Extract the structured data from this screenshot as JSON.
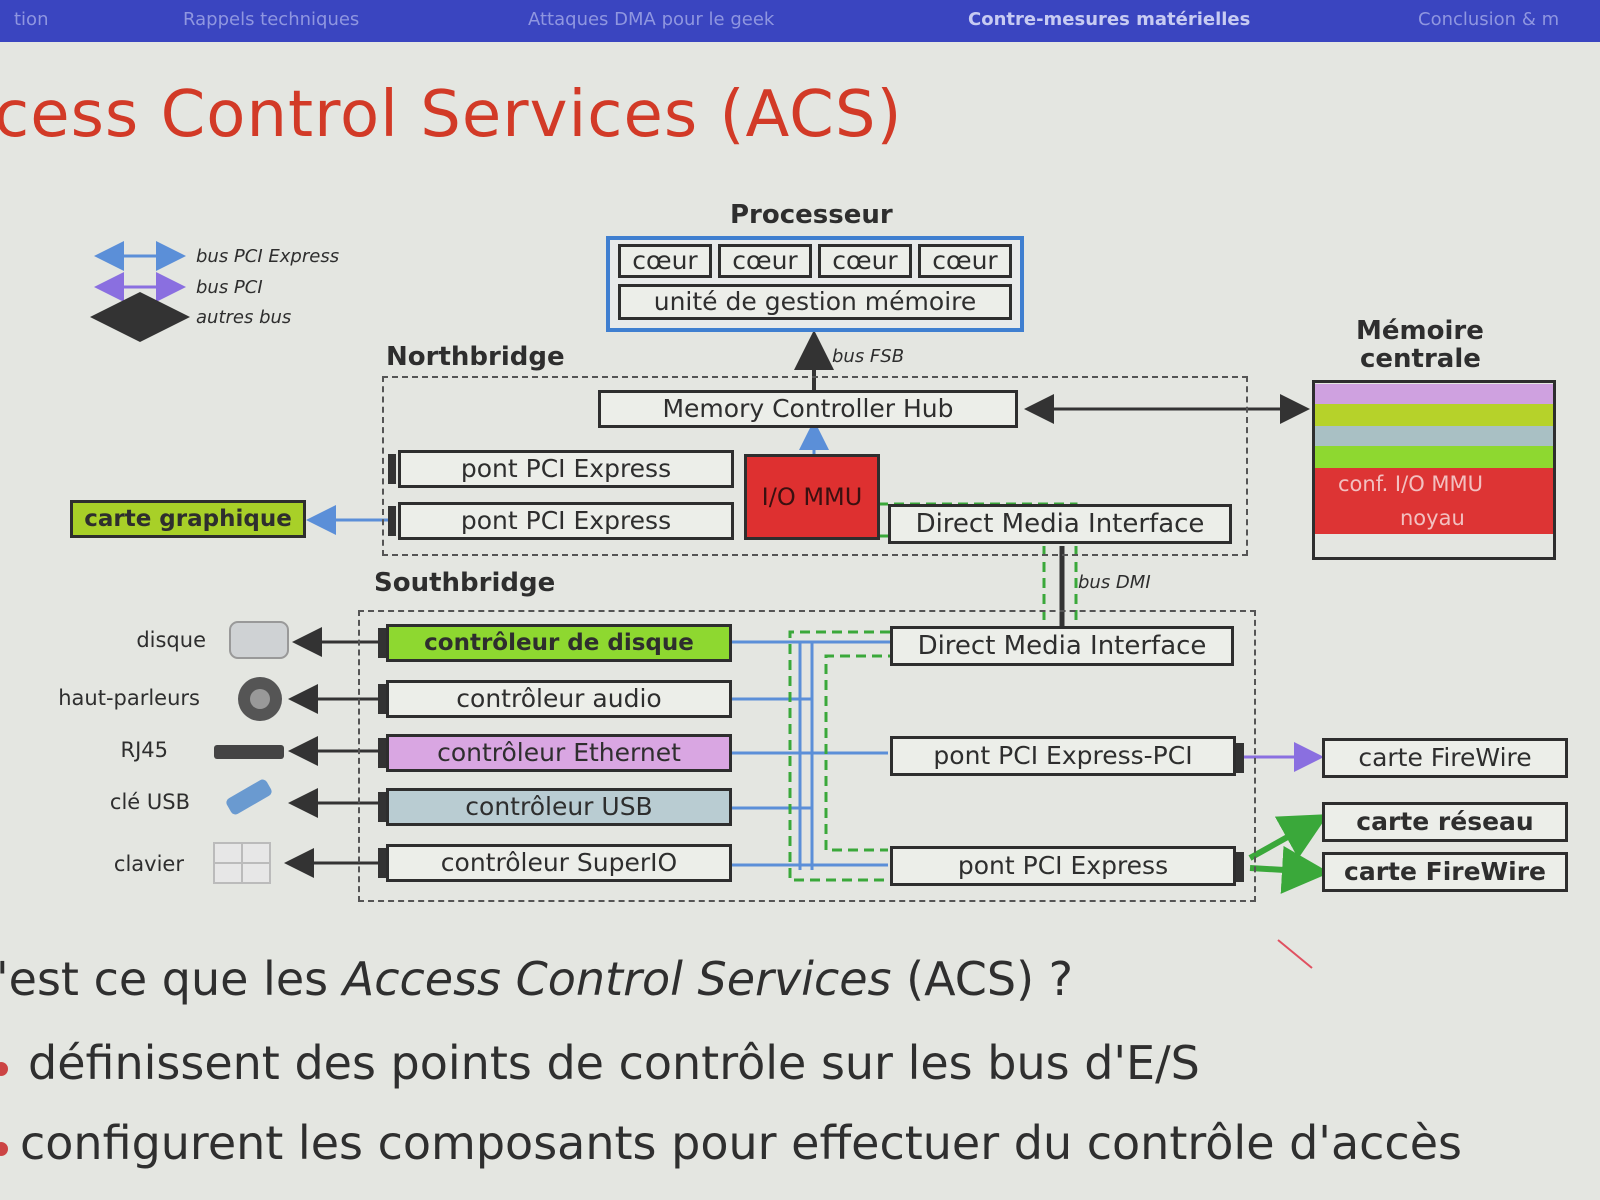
{
  "nav": {
    "items": [
      "tion",
      "Rappels techniques",
      "Attaques DMA pour le geek",
      "Contre-mesures matérielles",
      "Conclusion & m"
    ],
    "active_index": 3
  },
  "slide": {
    "title": "cess Control Services (ACS)"
  },
  "diagram": {
    "legend": {
      "pcie": "bus PCI Express",
      "pci": "bus PCI",
      "other": "autres bus"
    },
    "processor": {
      "title": "Processeur",
      "cores": [
        "cœur",
        "cœur",
        "cœur",
        "cœur"
      ],
      "mmu": "unité de gestion mémoire"
    },
    "bus_fsb": "bus FSB",
    "bus_dmi": "bus DMI",
    "northbridge": {
      "title": "Northbridge",
      "mch": "Memory Controller Hub",
      "pcie_bridge_1": "pont PCI Express",
      "pcie_bridge_2": "pont PCI Express",
      "iommu": "I/O MMU",
      "dmi": "Direct Media Interface"
    },
    "southbridge": {
      "title": "Southbridge",
      "disk_ctrl": "contrôleur de disque",
      "audio_ctrl": "contrôleur audio",
      "ethernet_ctrl": "contrôleur Ethernet",
      "usb_ctrl": "contrôleur USB",
      "superio_ctrl": "contrôleur SuperIO",
      "dmi": "Direct Media Interface",
      "pcie_pci_bridge": "pont PCI Express-PCI",
      "pcie_bridge": "pont PCI Express"
    },
    "memory": {
      "title_line1": "Mémoire",
      "title_line2": "centrale",
      "conf": "conf. I/O MMU",
      "kernel": "noyau"
    },
    "external": {
      "graphics_card": "carte graphique",
      "firewire_1": "carte FireWire",
      "network_card": "carte réseau",
      "firewire_2": "carte FireWire"
    },
    "devices": {
      "disk": "disque",
      "speakers": "haut-parleurs",
      "rj45": "RJ45",
      "usb_key": "clé USB",
      "keyboard": "clavier"
    }
  },
  "body": {
    "question_prefix": "'est ce que les ",
    "question_italic": "Access Control Services",
    "question_suffix": " (ACS) ?",
    "bullets": [
      "définissent des points de contrôle sur les bus d'E/S",
      "configurent les composants pour effectuer du contrôle d'accès"
    ]
  },
  "colors": {
    "nav_bg": "#3a45c0",
    "title": "#d23a27",
    "pcie_arrow": "#5b8fd8",
    "pci_arrow": "#8a6fe0",
    "other_arrow": "#333333",
    "iommu": "#de3030",
    "graphics": "#a8d028",
    "disk_ctrl": "#8ed830",
    "ethernet_ctrl": "#d9a6e2",
    "usb_ctrl": "#b9ccd2",
    "processor_border": "#3f7fd0",
    "dma_path": "#3aa83a"
  }
}
